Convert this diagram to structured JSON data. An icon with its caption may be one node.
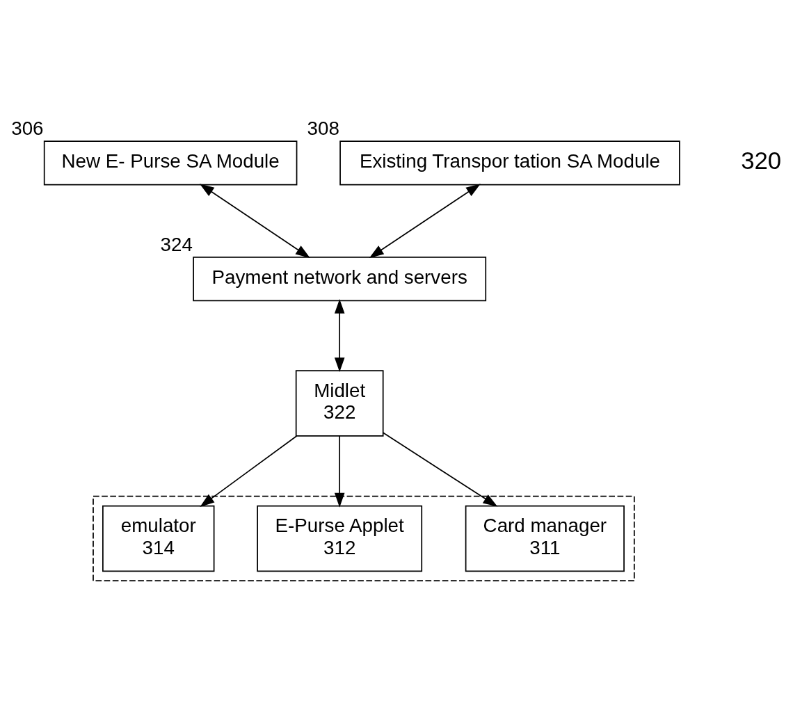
{
  "diagram": {
    "nodes": [
      {
        "text": [
          "New E- Purse SA Module"
        ],
        "beside": [
          "306"
        ]
      },
      {
        "text": [
          "Existing Transpor tation SA Module"
        ],
        "beside": [
          "308"
        ]
      },
      {
        "text": [
          "Payment network and servers"
        ],
        "beside": [
          "324"
        ]
      },
      {
        "text": [],
        "shape": "box"
      },
      {
        "text": [
          "Card manager",
          "311"
        ],
        "in": 3
      },
      {
        "text": [
          "E-Purse Applet",
          "312"
        ],
        "in": 3
      },
      {
        "text": [
          "emulator",
          "314"
        ],
        "in": 3
      },
      {
        "text": [
          "Midlet",
          "322"
        ]
      }
    ],
    "edges": [
      {
        "from": 0,
        "to": 2,
        "arrow": "both"
      },
      {
        "from": 1,
        "to": 2,
        "arrow": "both"
      },
      {
        "from": 2,
        "to": 7,
        "arrow": "both"
      },
      {
        "from": 7,
        "to": 4,
        "arrow": "to"
      },
      {
        "from": 7,
        "to": 5,
        "arrow": "to"
      },
      {
        "from": 7,
        "to": 6,
        "arrow": "to"
      }
    ],
    "labels": [
      "320"
    ]
  }
}
